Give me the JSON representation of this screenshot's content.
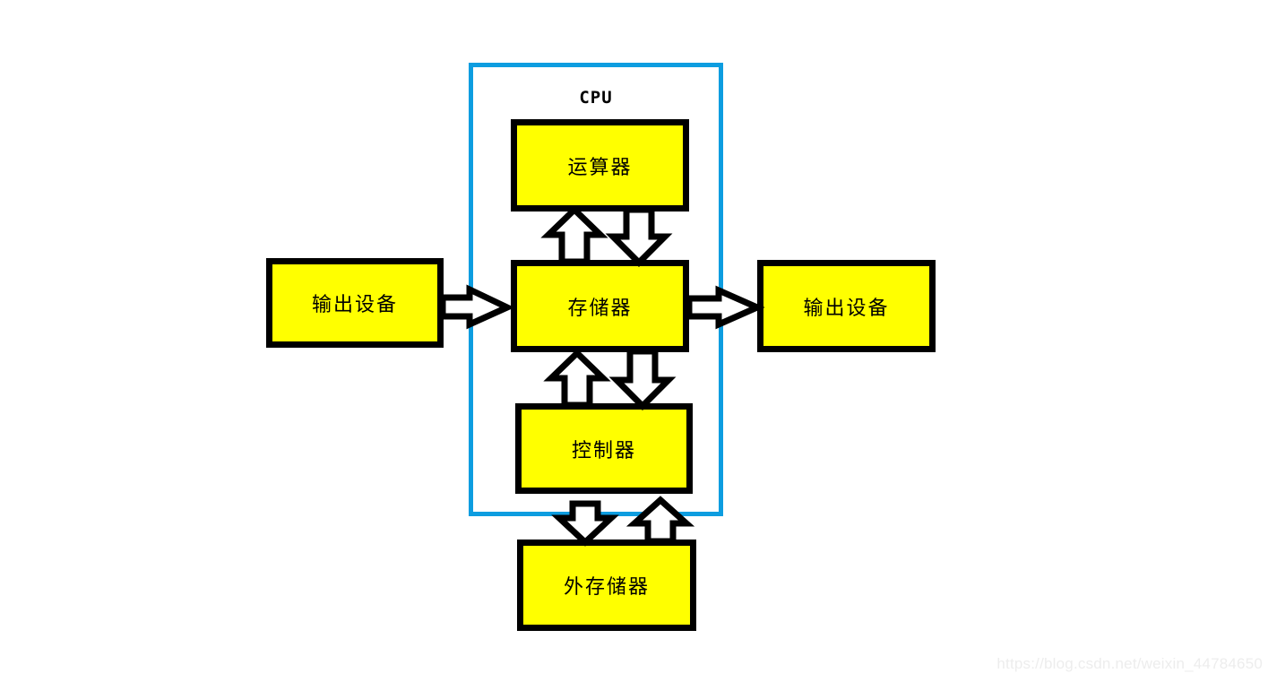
{
  "diagram": {
    "title_label": "CPU",
    "colors": {
      "box_fill": "#FFFF00",
      "box_border": "#000000",
      "cpu_border": "#0D9DE0",
      "arrow_fill": "#FFFFFF",
      "arrow_stroke": "#000000",
      "background": "#FFFFFF",
      "watermark": "#EDEDED"
    },
    "boxes": [
      {
        "id": "alu",
        "label": "运算器"
      },
      {
        "id": "memory",
        "label": "存储器"
      },
      {
        "id": "controller",
        "label": "控制器"
      },
      {
        "id": "input-device",
        "label": "输出设备"
      },
      {
        "id": "output-device",
        "label": "输出设备"
      },
      {
        "id": "external-storage",
        "label": "外存储器"
      }
    ],
    "cpu_group_members": [
      "运算器",
      "存储器",
      "控制器"
    ],
    "connections": [
      {
        "from": "存储器",
        "to": "运算器",
        "direction": "up"
      },
      {
        "from": "运算器",
        "to": "存储器",
        "direction": "down"
      },
      {
        "from": "控制器",
        "to": "存储器",
        "direction": "up"
      },
      {
        "from": "存储器",
        "to": "控制器",
        "direction": "down"
      },
      {
        "from": "输出设备",
        "to": "存储器",
        "direction": "right"
      },
      {
        "from": "存储器",
        "to": "输出设备",
        "direction": "right"
      },
      {
        "from": "CPU",
        "to": "外存储器",
        "direction": "down"
      },
      {
        "from": "外存储器",
        "to": "CPU",
        "direction": "up"
      }
    ]
  },
  "watermark": {
    "text": "https://blog.csdn.net/weixin_44784650"
  }
}
